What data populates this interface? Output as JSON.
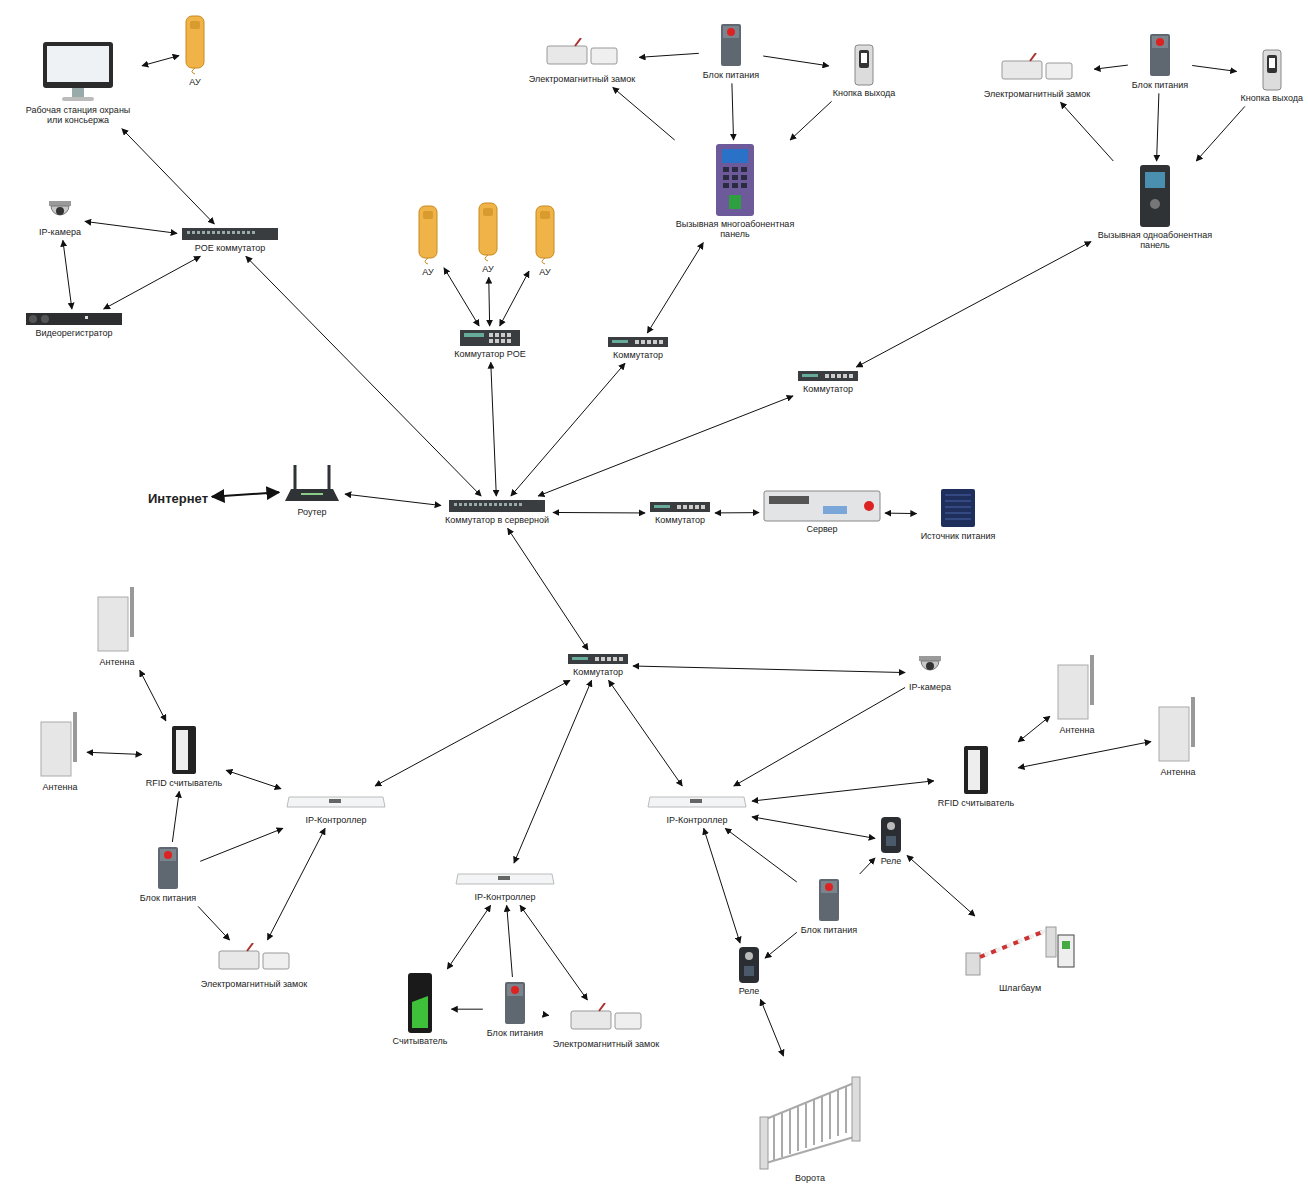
{
  "diagram": {
    "nodes": [
      {
        "text": [
          "Рабочая станция охраны или консьержа"
        ]
      },
      {
        "text": [
          "АУ"
        ]
      },
      {
        "text": [
          "Электромагнитный замок"
        ]
      },
      {
        "text": [
          "Блок питания"
        ]
      },
      {
        "text": [
          "Кнопка выхода"
        ]
      },
      {
        "text": [
          "Электромагнитный замок"
        ]
      },
      {
        "text": [
          "Блок питания"
        ]
      },
      {
        "text": [
          "Кнопка выхода"
        ]
      },
      {
        "text": [
          "Вызывная многоабонентная панель"
        ]
      },
      {
        "text": [
          "Вызывная одноабонентная панель"
        ]
      },
      {
        "text": [
          "IP-камера"
        ]
      },
      {
        "text": [
          "POE коммутатор"
        ]
      },
      {
        "text": [
          "АУ"
        ]
      },
      {
        "text": [
          "АУ"
        ]
      },
      {
        "text": [
          "АУ"
        ]
      },
      {
        "text": [
          "Видеорегистратор"
        ]
      },
      {
        "text": [
          "Коммутатор POE"
        ]
      },
      {
        "text": [
          "Коммутатор"
        ]
      },
      {
        "text": [
          "Коммутатор"
        ]
      },
      {
        "text": [
          "Интернет"
        ]
      },
      {
        "text": [
          "Роутер"
        ]
      },
      {
        "text": [
          "Коммутатор в серверной"
        ]
      },
      {
        "text": [
          "Коммутатор"
        ]
      },
      {
        "text": [
          "Сервер"
        ]
      },
      {
        "text": [
          "Источник питания"
        ]
      },
      {
        "text": [
          "Антенна"
        ]
      },
      {
        "text": [
          "Антенна"
        ]
      },
      {
        "text": [
          "RFID считыватель"
        ]
      },
      {
        "text": [
          "Коммутатор"
        ]
      },
      {
        "text": [
          "IP-камера"
        ]
      },
      {
        "text": [
          "Антенна"
        ]
      },
      {
        "text": [
          "Антенна"
        ]
      },
      {
        "text": [
          "RFID считыватель"
        ]
      },
      {
        "text": [
          "IP-Контроллер"
        ]
      },
      {
        "text": [
          "IP-Контроллер"
        ]
      },
      {
        "text": [
          "Блок питания"
        ]
      },
      {
        "text": [
          "Реле"
        ]
      },
      {
        "text": [
          "IP-Контроллер"
        ]
      },
      {
        "text": [
          "Блок питания"
        ]
      },
      {
        "text": [
          "Электромагнитный замок"
        ]
      },
      {
        "text": [
          "Считыватель"
        ]
      },
      {
        "text": [
          "Блок питания"
        ]
      },
      {
        "text": [
          "Электромагнитный замок"
        ]
      },
      {
        "text": [
          "Реле"
        ]
      },
      {
        "text": [
          "Шлагбаум"
        ]
      },
      {
        "text": [
          "Ворота"
        ]
      }
    ],
    "edges": [
      {
        "from": 0,
        "to": 1,
        "arrow": "both"
      },
      {
        "from": 0,
        "to": 11,
        "arrow": "both"
      },
      {
        "from": 10,
        "to": 11,
        "arrow": "both"
      },
      {
        "from": 10,
        "to": 15,
        "arrow": "both"
      },
      {
        "from": 15,
        "to": 11,
        "arrow": "both"
      },
      {
        "from": 11,
        "to": 21,
        "arrow": "both"
      },
      {
        "from": 3,
        "to": 2,
        "arrow": "to"
      },
      {
        "from": 3,
        "to": 4,
        "arrow": "to"
      },
      {
        "from": 3,
        "to": 8,
        "arrow": "to"
      },
      {
        "from": 8,
        "to": 2,
        "arrow": "to"
      },
      {
        "from": 4,
        "to": 8,
        "arrow": "to"
      },
      {
        "from": 6,
        "to": 5,
        "arrow": "to"
      },
      {
        "from": 6,
        "to": 7,
        "arrow": "to"
      },
      {
        "from": 6,
        "to": 9,
        "arrow": "to"
      },
      {
        "from": 9,
        "to": 5,
        "arrow": "to"
      },
      {
        "from": 7,
        "to": 9,
        "arrow": "to"
      },
      {
        "from": 12,
        "to": 16,
        "arrow": "both"
      },
      {
        "from": 13,
        "to": 16,
        "arrow": "both"
      },
      {
        "from": 14,
        "to": 16,
        "arrow": "both"
      },
      {
        "from": 16,
        "to": 21,
        "arrow": "both"
      },
      {
        "from": 8,
        "to": 17,
        "arrow": "both"
      },
      {
        "from": 17,
        "to": 21,
        "arrow": "both"
      },
      {
        "from": 9,
        "to": 18,
        "arrow": "both"
      },
      {
        "from": 18,
        "to": 21,
        "arrow": "both"
      },
      {
        "from": 19,
        "to": 20,
        "arrow": "both"
      },
      {
        "from": 20,
        "to": 21,
        "arrow": "both"
      },
      {
        "from": 21,
        "to": 22,
        "arrow": "both"
      },
      {
        "from": 22,
        "to": 23,
        "arrow": "both"
      },
      {
        "from": 23,
        "to": 24,
        "arrow": "both"
      },
      {
        "from": 21,
        "to": 28,
        "arrow": "both"
      },
      {
        "from": 25,
        "to": 27,
        "arrow": "both"
      },
      {
        "from": 26,
        "to": 27,
        "arrow": "both"
      },
      {
        "from": 27,
        "to": 33,
        "arrow": "both"
      },
      {
        "from": 35,
        "to": 27,
        "arrow": "to"
      },
      {
        "from": 35,
        "to": 33,
        "arrow": "to"
      },
      {
        "from": 35,
        "to": 39,
        "arrow": "to"
      },
      {
        "from": 33,
        "to": 39,
        "arrow": "both"
      },
      {
        "from": 28,
        "to": 33,
        "arrow": "both"
      },
      {
        "from": 28,
        "to": 37,
        "arrow": "both"
      },
      {
        "from": 28,
        "to": 34,
        "arrow": "both"
      },
      {
        "from": 28,
        "to": 29,
        "arrow": "both"
      },
      {
        "from": 29,
        "to": 34,
        "arrow": "to"
      },
      {
        "from": 32,
        "to": 34,
        "arrow": "both"
      },
      {
        "from": 30,
        "to": 32,
        "arrow": "both"
      },
      {
        "from": 31,
        "to": 32,
        "arrow": "both"
      },
      {
        "from": 37,
        "to": 40,
        "arrow": "both"
      },
      {
        "from": 41,
        "to": 40,
        "arrow": "to"
      },
      {
        "from": 41,
        "to": 37,
        "arrow": "to"
      },
      {
        "from": 41,
        "to": 42,
        "arrow": "to"
      },
      {
        "from": 37,
        "to": 42,
        "arrow": "both"
      },
      {
        "from": 34,
        "to": 36,
        "arrow": "both"
      },
      {
        "from": 34,
        "to": 43,
        "arrow": "both"
      },
      {
        "from": 38,
        "to": 34,
        "arrow": "to"
      },
      {
        "from": 38,
        "to": 36,
        "arrow": "to"
      },
      {
        "from": 38,
        "to": 43,
        "arrow": "to"
      },
      {
        "from": 36,
        "to": 44,
        "arrow": "both"
      },
      {
        "from": 43,
        "to": 45,
        "arrow": "both"
      }
    ]
  }
}
